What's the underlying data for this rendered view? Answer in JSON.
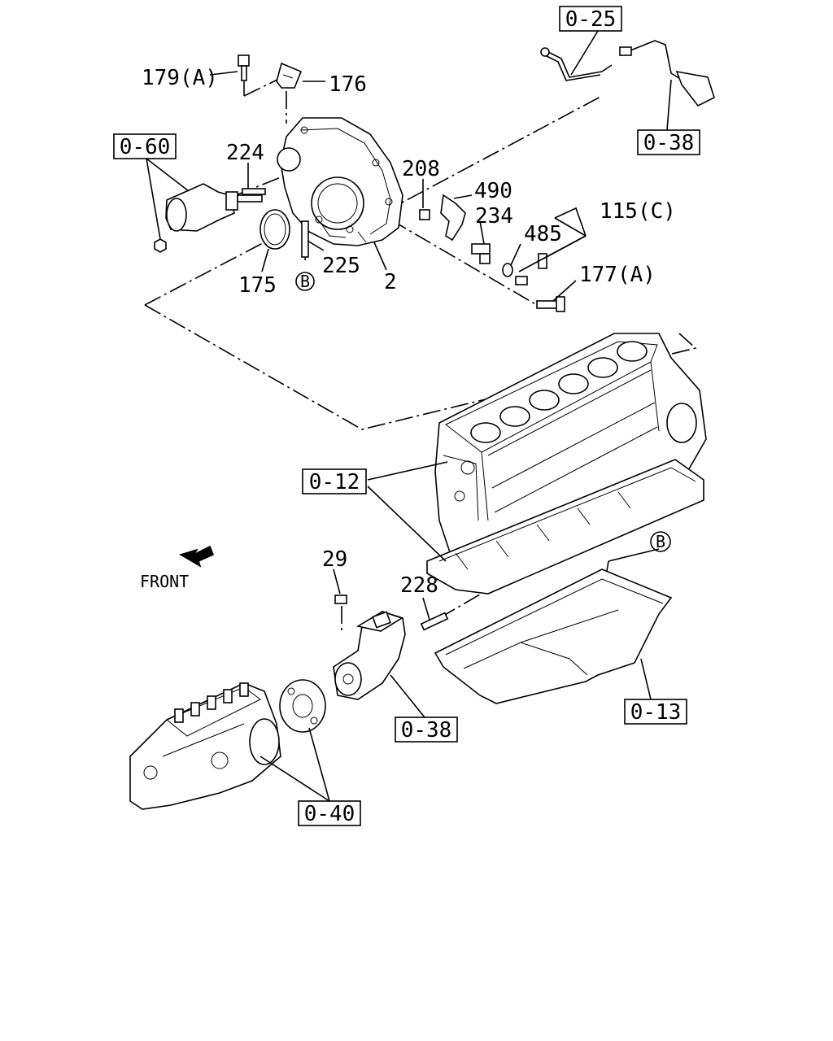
{
  "diagram": {
    "front_label": "FRONT",
    "ref_boxes": {
      "r025": "0-25",
      "r060": "0-60",
      "r038a": "0-38",
      "r012": "0-12",
      "r013": "0-13",
      "r038b": "0-38",
      "r040": "0-40"
    },
    "part_numbers": {
      "p179a": "179(A)",
      "p176": "176",
      "p224": "224",
      "p208": "208",
      "p490": "490",
      "p234": "234",
      "p115c": "115(C)",
      "p485": "485",
      "p177a": "177(A)",
      "p175": "175",
      "p225": "225",
      "p2": "2",
      "p29": "29",
      "p228": "228"
    },
    "circle_markers": {
      "b1": "B",
      "b2": "B"
    }
  }
}
